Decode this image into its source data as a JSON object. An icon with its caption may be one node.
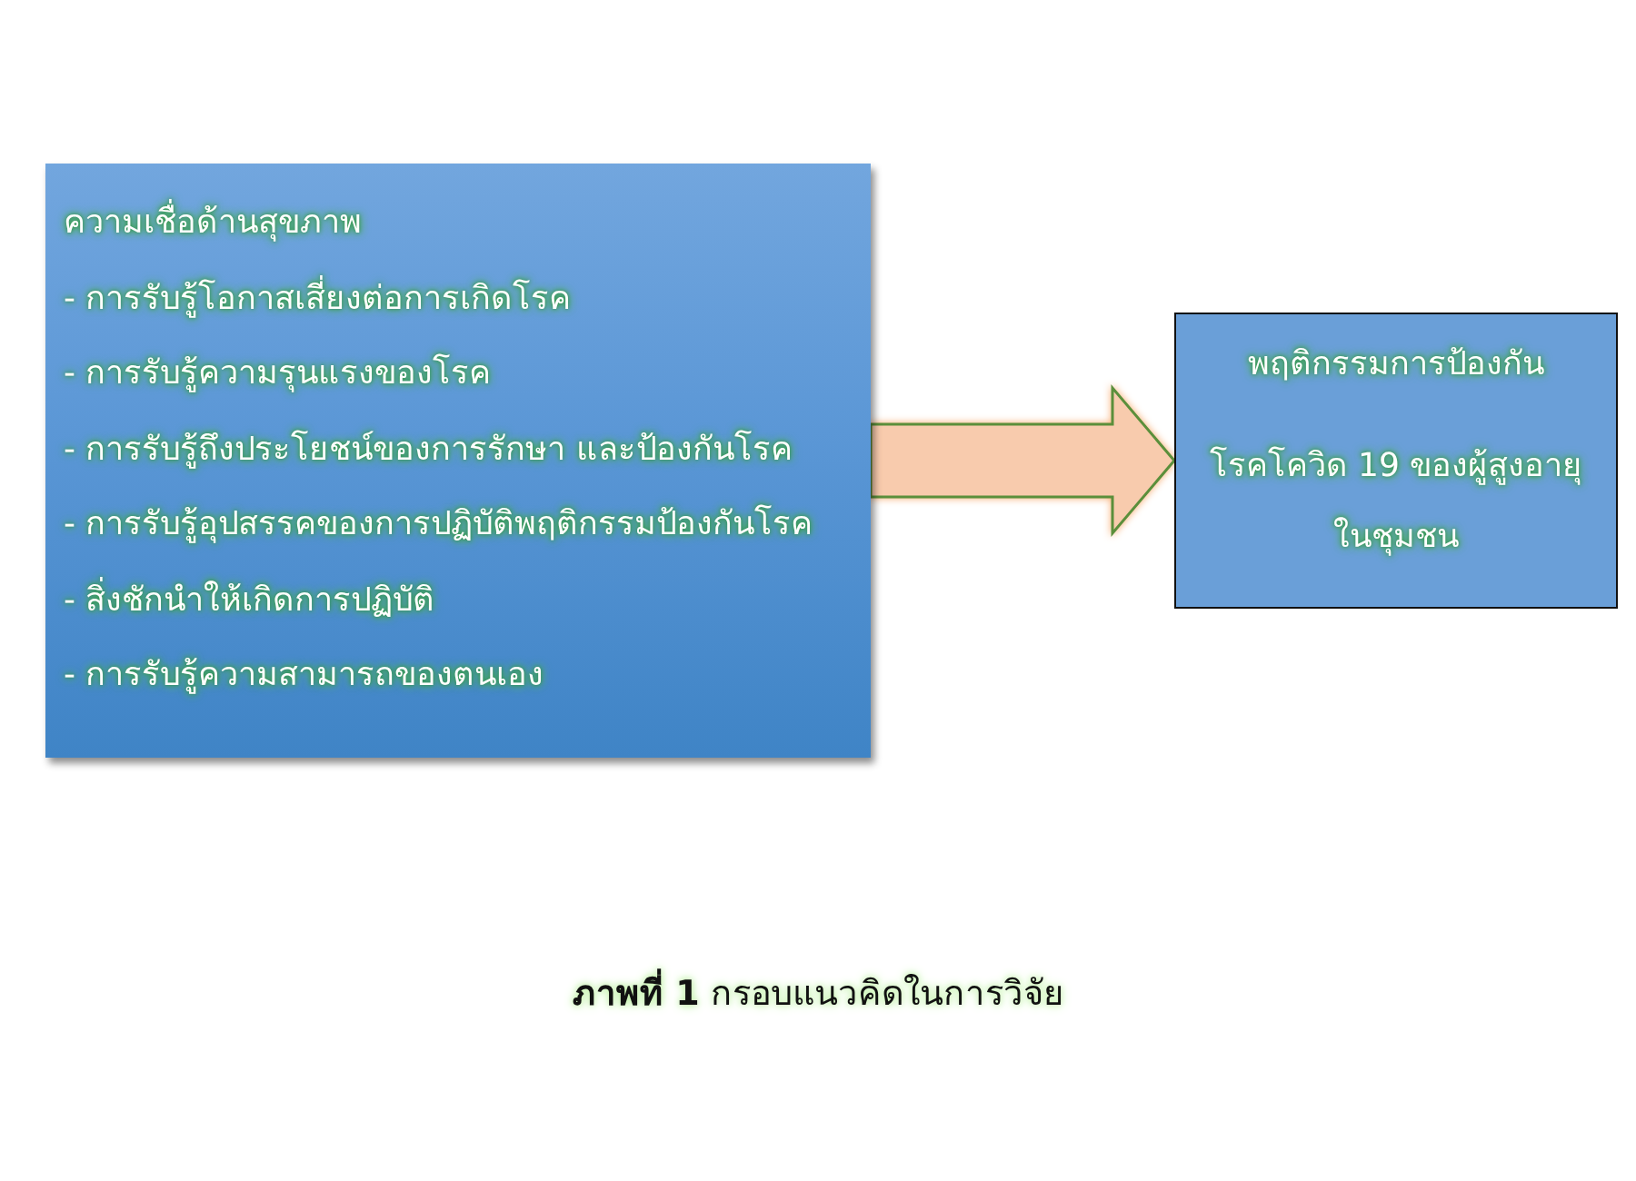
{
  "diagram": {
    "caption": "**ภาพที่ 1** กรอบแนวคิดในการวิจัย",
    "nodes": [
      {
        "text": [
          "ความเชื่อด้านสุขภาพ",
          "- การรับรู้โอกาสเสี่ยงต่อการเกิดโรค",
          "- การรับรู้ความรุนแรงของโรค",
          "- การรับรู้ถึงประโยชน์ของการรักษา และป้องกันโรค",
          "- การรับรู้อุปสรรคของการปฏิบัติพฤติกรรมป้องกันโรค",
          "- สิ่งชักนำให้เกิดการปฏิบัติ",
          "- การรับรู้ความสามารถของตนเอง"
        ]
      },
      {
        "text": [
          "พฤติกรรมการป้องกัน",
          "โรคโควิด 19 ของผู้สูงอายุในชุมชน"
        ]
      }
    ],
    "edges": [
      {
        "from": 0,
        "to": 1,
        "arrow": "to"
      }
    ]
  }
}
